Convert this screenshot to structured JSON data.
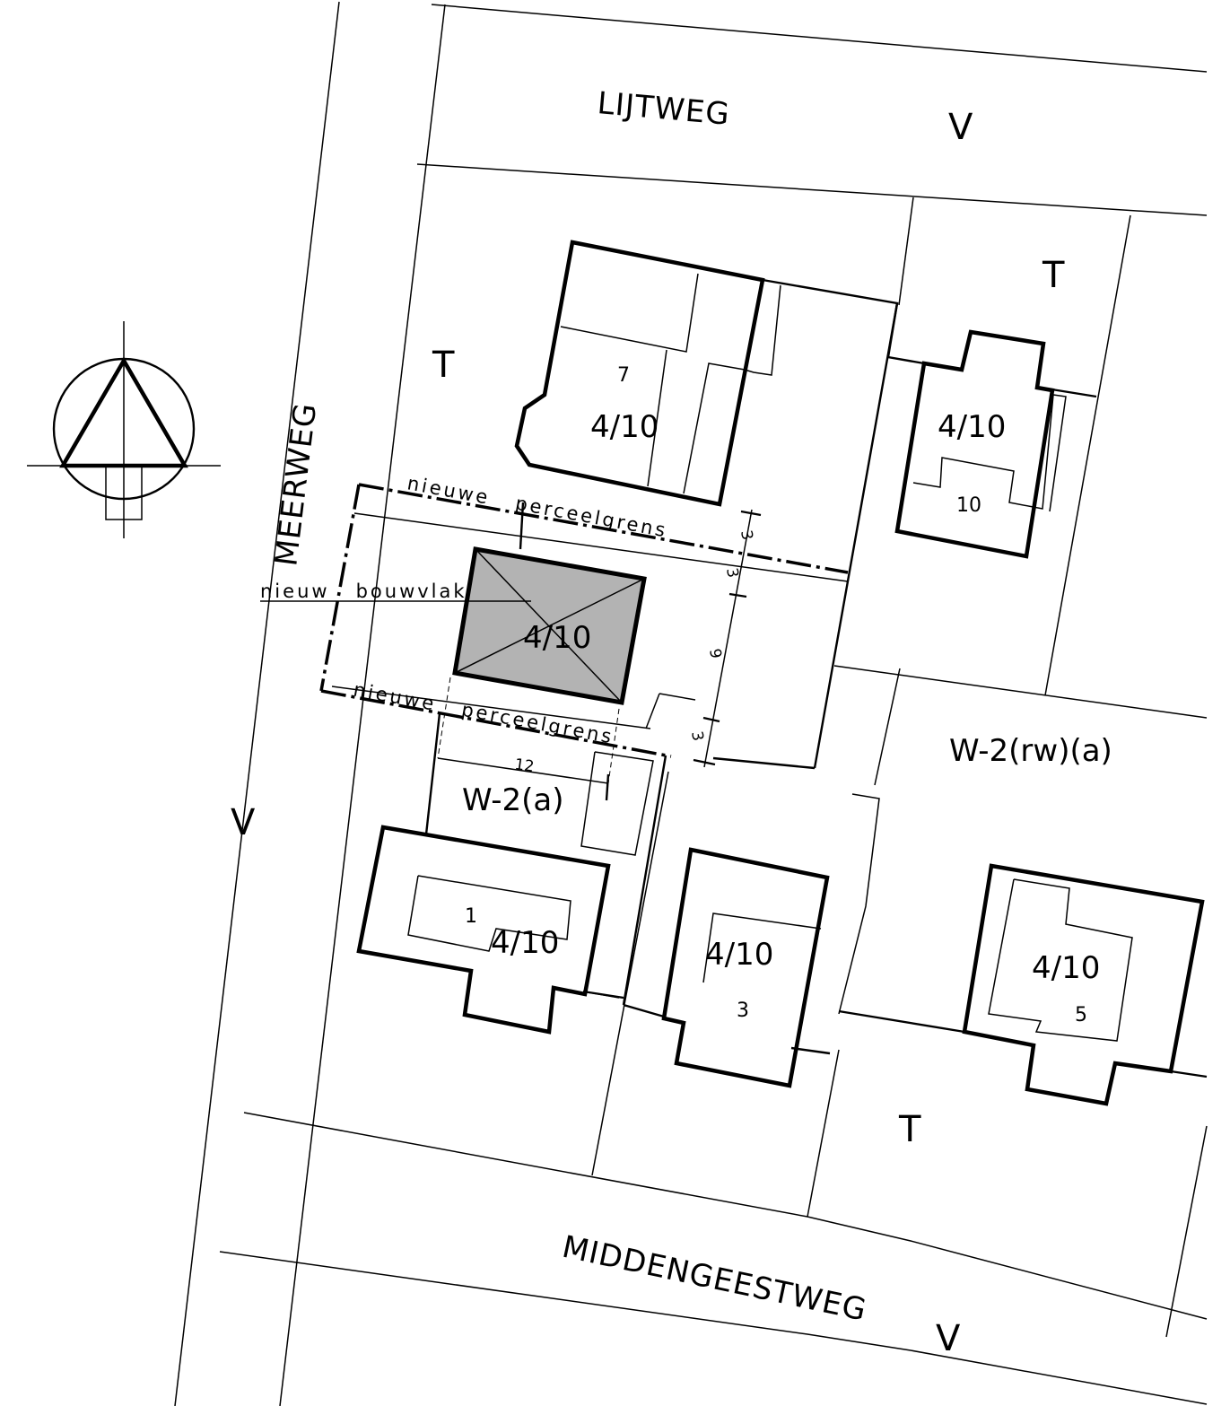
{
  "roads": {
    "north": "LIJTWEG",
    "west": "MEERWEG",
    "south": "MIDDENGEESTWEG"
  },
  "zones": {
    "v_north": "V",
    "v_west": "V",
    "v_south": "V",
    "t_top_left": "T",
    "t_top_right": "T",
    "t_bottom": "T",
    "w2a": "W-2(a)",
    "w2rwa": "W-2(rw)(a)"
  },
  "buildings": {
    "b7_number": "7",
    "b7_code": "4/10",
    "b10_number": "10",
    "b10_code": "4/10",
    "new_code": "4/10",
    "b1_number": "1",
    "b1_code": "4/10",
    "b3_number": "3",
    "b3_code": "4/10",
    "b5_number": "5",
    "b5_code": "4/10"
  },
  "annotations": {
    "new_plot_boundary_top": "nieuwe   perceelgrens",
    "new_plot_boundary_bottom": "nieuwe   perceelgrens",
    "new_building_area": "nieuw   bouwvlak"
  },
  "dimensions": {
    "d1": "3",
    "d2": "3",
    "d3": "9",
    "d4": "3",
    "width": "12"
  },
  "north_arrow_icon": "north-arrow-icon"
}
